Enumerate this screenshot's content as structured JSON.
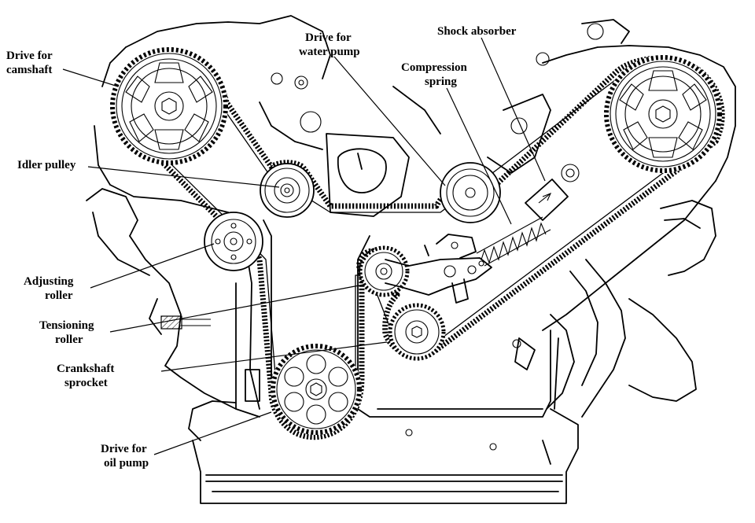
{
  "labels": {
    "cam_drive_1": "Drive for",
    "cam_drive_2": "camshaft",
    "water_pump_1": "Drive for",
    "water_pump_2": "water pump",
    "shock_absorber": "Shock absorber",
    "compression_1": "Compression",
    "compression_2": "spring",
    "idler_pulley": "Idler pulley",
    "adjusting_1": "Adjusting",
    "adjusting_2": "roller",
    "tensioning_1": "Tensioning",
    "tensioning_2": "roller",
    "crankshaft_1": "Crankshaft",
    "crankshaft_2": "sprocket",
    "oil_pump_1": "Drive for",
    "oil_pump_2": "oil pump"
  },
  "icons": {
    "camshaft_sprocket": "gear-icon",
    "pulley": "pulley-icon",
    "spring": "spring-icon"
  }
}
